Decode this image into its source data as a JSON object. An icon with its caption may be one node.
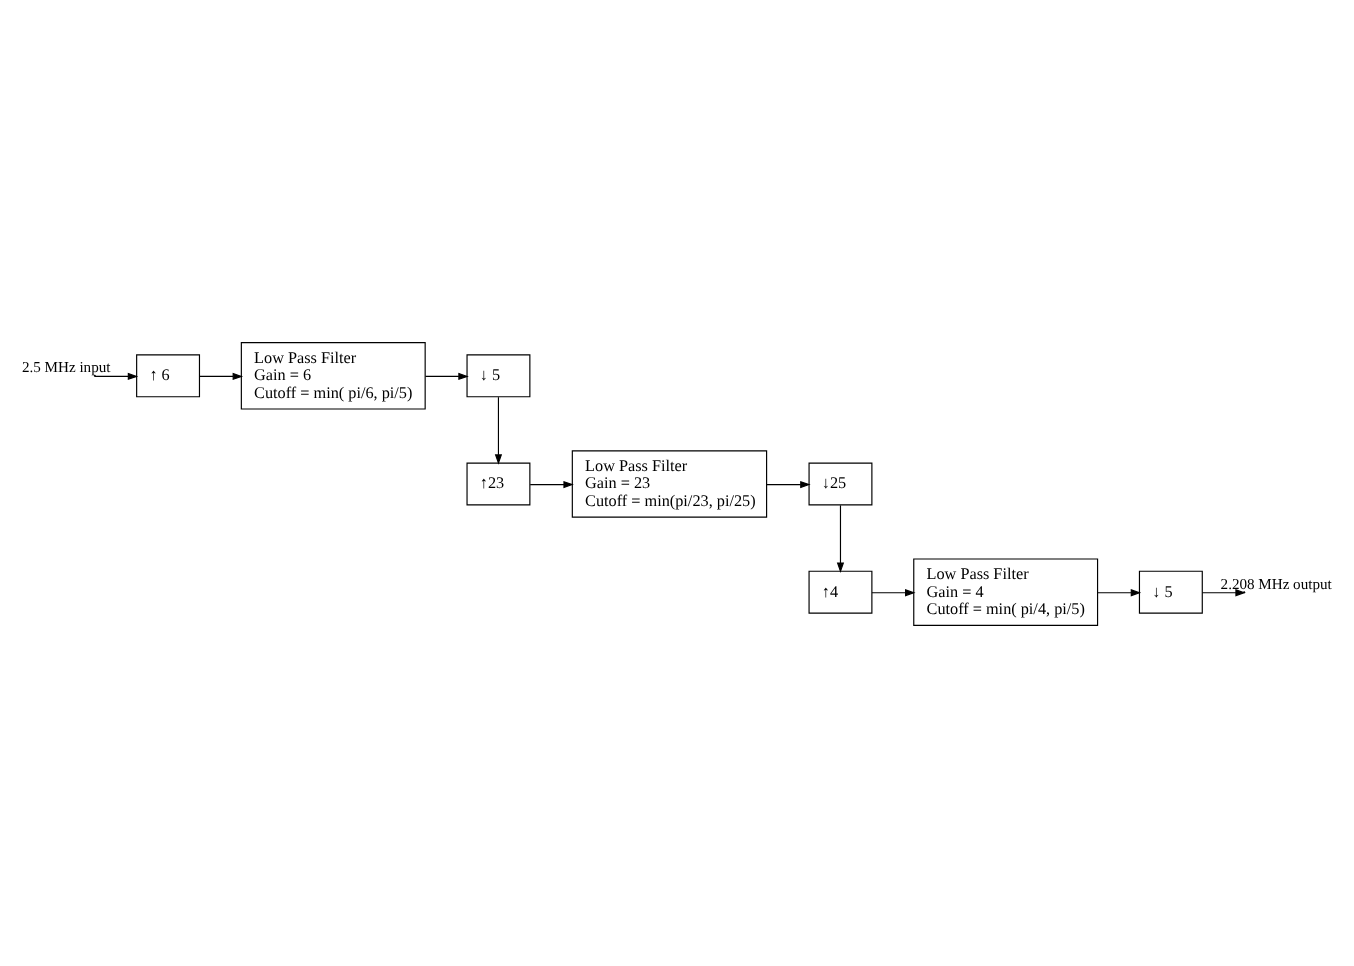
{
  "diagram": {
    "nodes": [
      {
        "text": [
          "↑ 6"
        ]
      },
      {
        "text": [
          "Low Pass Filter",
          "Gain = 6",
          "Cutoff = min( pi/6, pi/5)"
        ]
      },
      {
        "text": [
          "↓ 5"
        ]
      },
      {
        "text": [
          "↑23"
        ]
      },
      {
        "text": [
          "Low Pass Filter",
          "Gain = 23",
          "Cutoff = min(pi/23, pi/25)"
        ]
      },
      {
        "text": [
          "↓25"
        ]
      },
      {
        "text": [
          "↑4"
        ]
      },
      {
        "text": [
          "Low Pass Filter",
          "Gain = 4",
          "Cutoff = min( pi/4, pi/5)"
        ]
      },
      {
        "text": [
          "↓ 5"
        ]
      }
    ],
    "edges": [
      {
        "from": null,
        "to": 0,
        "arrow": "to",
        "label": "2.5 MHz input"
      },
      {
        "from": 0,
        "to": 1,
        "arrow": "to"
      },
      {
        "from": 1,
        "to": 2,
        "arrow": "to"
      },
      {
        "from": 2,
        "to": 3,
        "arrow": "to"
      },
      {
        "from": 3,
        "to": 4,
        "arrow": "to"
      },
      {
        "from": 4,
        "to": 5,
        "arrow": "to"
      },
      {
        "from": 5,
        "to": 6,
        "arrow": "to"
      },
      {
        "from": 6,
        "to": 7,
        "arrow": "to"
      },
      {
        "from": 7,
        "to": 8,
        "arrow": "to"
      },
      {
        "from": 8,
        "to": null,
        "arrow": "to",
        "label": "2.208 MHz output"
      }
    ]
  }
}
